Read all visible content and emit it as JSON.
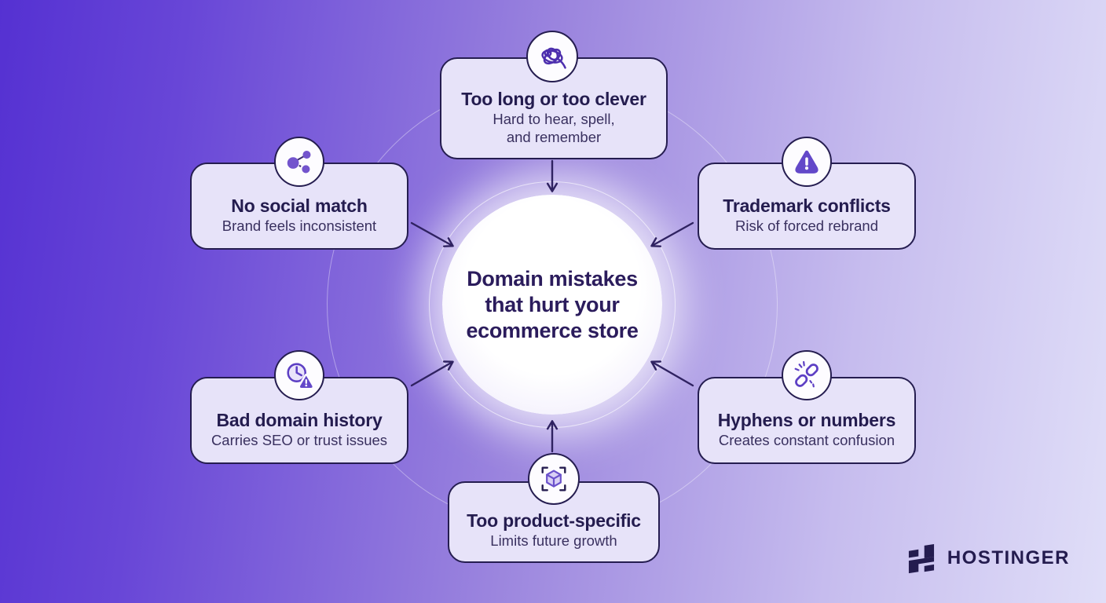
{
  "meta": {
    "type": "infographic",
    "background_gradient": [
      "#5531d2",
      "#e0def8"
    ],
    "accent_purple": "#6348c9",
    "outline_navy": "#251d50",
    "arrow_color": "#2f2261"
  },
  "center": {
    "lines": [
      "Domain mistakes",
      "that hurt your",
      "ecommerce store"
    ]
  },
  "nodes": [
    {
      "position": "top",
      "icon": "scribble-tangle-icon",
      "title": "Too long or too clever",
      "subtitle_lines": [
        "Hard to hear, spell,",
        "and remember"
      ]
    },
    {
      "position": "upper-left",
      "icon": "share-network-icon",
      "title": "No social match",
      "subtitle_lines": [
        "Brand feels inconsistent"
      ]
    },
    {
      "position": "upper-right",
      "icon": "warning-triangle-icon",
      "title": "Trademark conflicts",
      "subtitle_lines": [
        "Risk of forced rebrand"
      ]
    },
    {
      "position": "lower-left",
      "icon": "clock-warning-icon",
      "title": "Bad domain history",
      "subtitle_lines": [
        "Carries SEO or trust issues"
      ]
    },
    {
      "position": "lower-right",
      "icon": "broken-link-icon",
      "title": "Hyphens or numbers",
      "subtitle_lines": [
        "Creates constant confusion"
      ]
    },
    {
      "position": "bottom",
      "icon": "cube-scan-icon",
      "title": "Too product-specific",
      "subtitle_lines": [
        "Limits future growth"
      ]
    }
  ],
  "brand": {
    "name": "HOSTINGER"
  }
}
